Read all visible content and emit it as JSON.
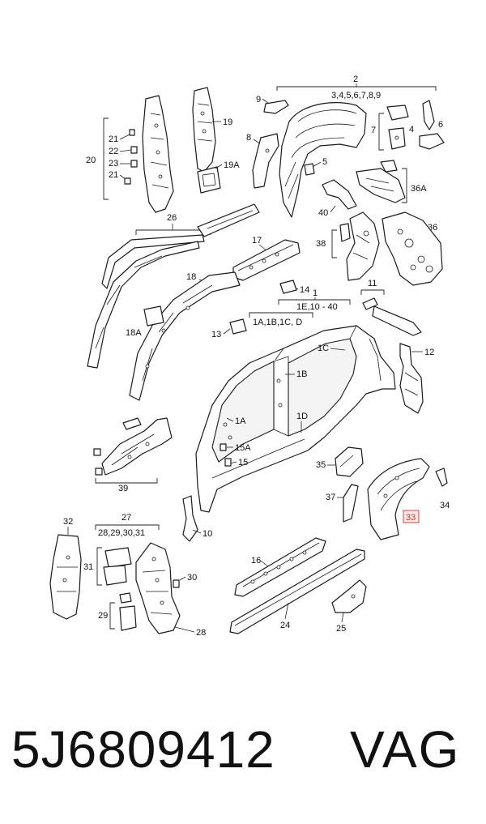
{
  "callouts": {
    "c2": "2",
    "c345": "3,4,5,6,7,8,9",
    "c9": "9",
    "c8": "8",
    "c7": "7",
    "c4": "4",
    "c6": "6",
    "c5": "5",
    "c36A": "36A",
    "c40": "40",
    "c36": "36",
    "c38": "38",
    "c19": "19",
    "c19A": "19A",
    "c20": "20",
    "c21a": "21",
    "c22": "22",
    "c23": "23",
    "c21b": "21",
    "c26": "26",
    "c17": "17",
    "c18": "18",
    "c18A": "18A",
    "c14": "14",
    "c1": "1",
    "c1E": "1E,10 - 40",
    "c11": "11",
    "c13": "13",
    "c1ABC": "1A,1B,1C,  D",
    "c1C": "1C",
    "c12": "12",
    "c1B": "1B",
    "c1A": "1A",
    "c1D": "1D",
    "c15A": "15A",
    "c15": "15",
    "c39": "39",
    "c35": "35",
    "c34": "34",
    "c37": "37",
    "c33": "33",
    "c10": "10",
    "c32": "32",
    "c27": "27",
    "c2831": "28,29,30,31",
    "c31": "31",
    "c30": "30",
    "c29": "29",
    "c28": "28",
    "c16": "16",
    "c24": "24",
    "c25": "25"
  },
  "footer": {
    "part_number": "5J6809412",
    "brand": "VAG"
  },
  "colors": {
    "highlight": "#d0454a",
    "line": "#1a1a1a"
  }
}
